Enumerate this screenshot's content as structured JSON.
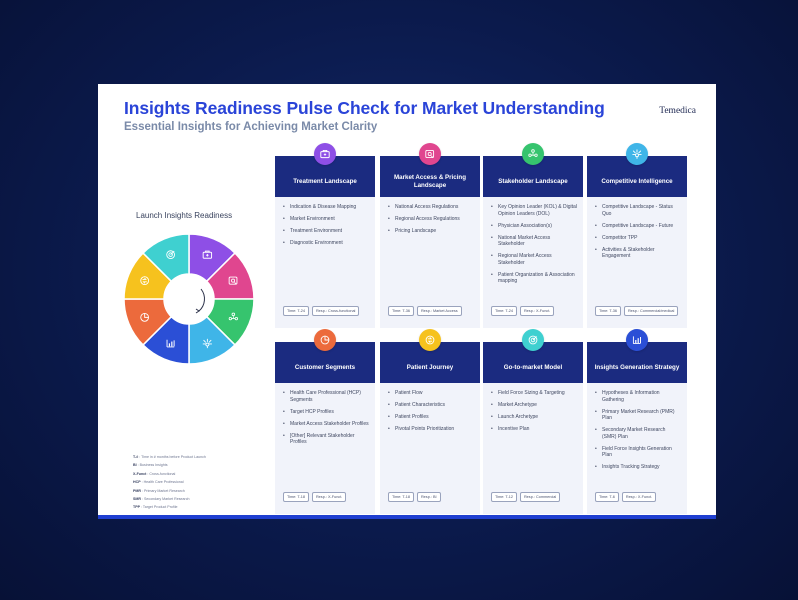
{
  "document": {
    "title": "Insights Readiness Pulse Check for Market Understanding",
    "subtitle": "Essential Insights for Achieving Market Clarity",
    "brand": "Temedica",
    "wheel_title": "Launch Insights Readiness"
  },
  "colors": {
    "background": "#0b1a4c",
    "accent": "#2a44d8",
    "card_header": "#1b2b80",
    "segments": [
      "#8e4fe6",
      "#e0468f",
      "#36c46e",
      "#3fb5e8",
      "#2b4fd6",
      "#ec6a3c",
      "#f6c21e",
      "#3fd0d0"
    ]
  },
  "wheel_icons": [
    "bag-icon",
    "tag-icon",
    "people-icon",
    "spark-icon",
    "chart-icon",
    "pie-icon",
    "route-icon",
    "target-icon"
  ],
  "legend": [
    {
      "term": "T-#",
      "desc": " : Time in # months before Product Launch"
    },
    {
      "term": "BI",
      "desc": " : Business Insights"
    },
    {
      "term": "X-Funct",
      "desc": " : Cross-functional"
    },
    {
      "term": "HCP",
      "desc": " : Health Care Professional"
    },
    {
      "term": "PMR",
      "desc": " : Primary Market Research"
    },
    {
      "term": "SMR",
      "desc": " : Secondary Market Research"
    },
    {
      "term": "TPP",
      "desc": " : Target Product Profile"
    }
  ],
  "cards": [
    {
      "title": "Treatment Landscape",
      "icon": "bag-icon",
      "color": "#8e4fe6",
      "items": [
        "Indication & Disease Mapping",
        "Market Environment",
        "Treatment Environment",
        "Diagnostic Environment"
      ],
      "time": "Time: T-24",
      "resp": "Resp.: Cross-functional"
    },
    {
      "title": "Market Access & Pricing Landscape",
      "icon": "tag-icon",
      "color": "#e0468f",
      "items": [
        "National Access Regulations",
        "Regional Access Regulations",
        "Pricing Landscape"
      ],
      "time": "Time: T-36",
      "resp": "Resp.: Market Access"
    },
    {
      "title": "Stakeholder Landscape",
      "icon": "people-icon",
      "color": "#36c46e",
      "items": [
        "Key Opinion Leader (KOL) & Digital Opinion Leaders (DOL)",
        "Physician Association(s)",
        "National Market Access Stakeholder",
        "Regional Market Access Stakeholder",
        "Patient Organization & Association mapping"
      ],
      "time": "Time: T-24",
      "resp": "Resp.: X-Funct."
    },
    {
      "title": "Competitive Intelligence",
      "icon": "spark-icon",
      "color": "#3fb5e8",
      "items": [
        "Competitive Landscape - Status Quo",
        "Competitive Landscape - Future",
        "Competitor TPP",
        "Activities & Stakeholder Engagement"
      ],
      "time": "Time: T-36",
      "resp": "Resp.: Commercial/medical"
    },
    {
      "title": "Customer Segments",
      "icon": "pie-icon",
      "color": "#ec6a3c",
      "items": [
        "Health Care Professional (HCP) Segments",
        "Target HCP Profiles",
        "Market Access Stakeholder Profiles",
        "[Other] Relevant Stakeholder Profiles"
      ],
      "time": "Time: T-18",
      "resp": "Resp.: X-Funct."
    },
    {
      "title": "Patient Journey",
      "icon": "route-icon",
      "color": "#f6c21e",
      "items": [
        "Patient Flow",
        "Patient Characteristics",
        "Patient Profiles",
        "Pivotal Points Prioritization"
      ],
      "time": "Time: T-18",
      "resp": "Resp.: BI"
    },
    {
      "title": "Go-to-market Model",
      "icon": "target-icon",
      "color": "#3fd0d0",
      "items": [
        "Field Force Sizing & Targeting",
        "Market Archetype",
        "Launch Archetype",
        "Incentive Plan"
      ],
      "time": "Time: T-12",
      "resp": "Resp.: Commercial"
    },
    {
      "title": "Insights Generation Strategy",
      "icon": "chart-icon",
      "color": "#2b4fd6",
      "items": [
        "Hypotheses & Information Gathering",
        "Primary Market Research (PMR) Plan",
        "Secondary Market Research (SMR) Plan",
        "Field Force Insights Generation Plan",
        "Insights Tracking Strategy"
      ],
      "time": "Time: T-6",
      "resp": "Resp.: X-Funct."
    }
  ]
}
